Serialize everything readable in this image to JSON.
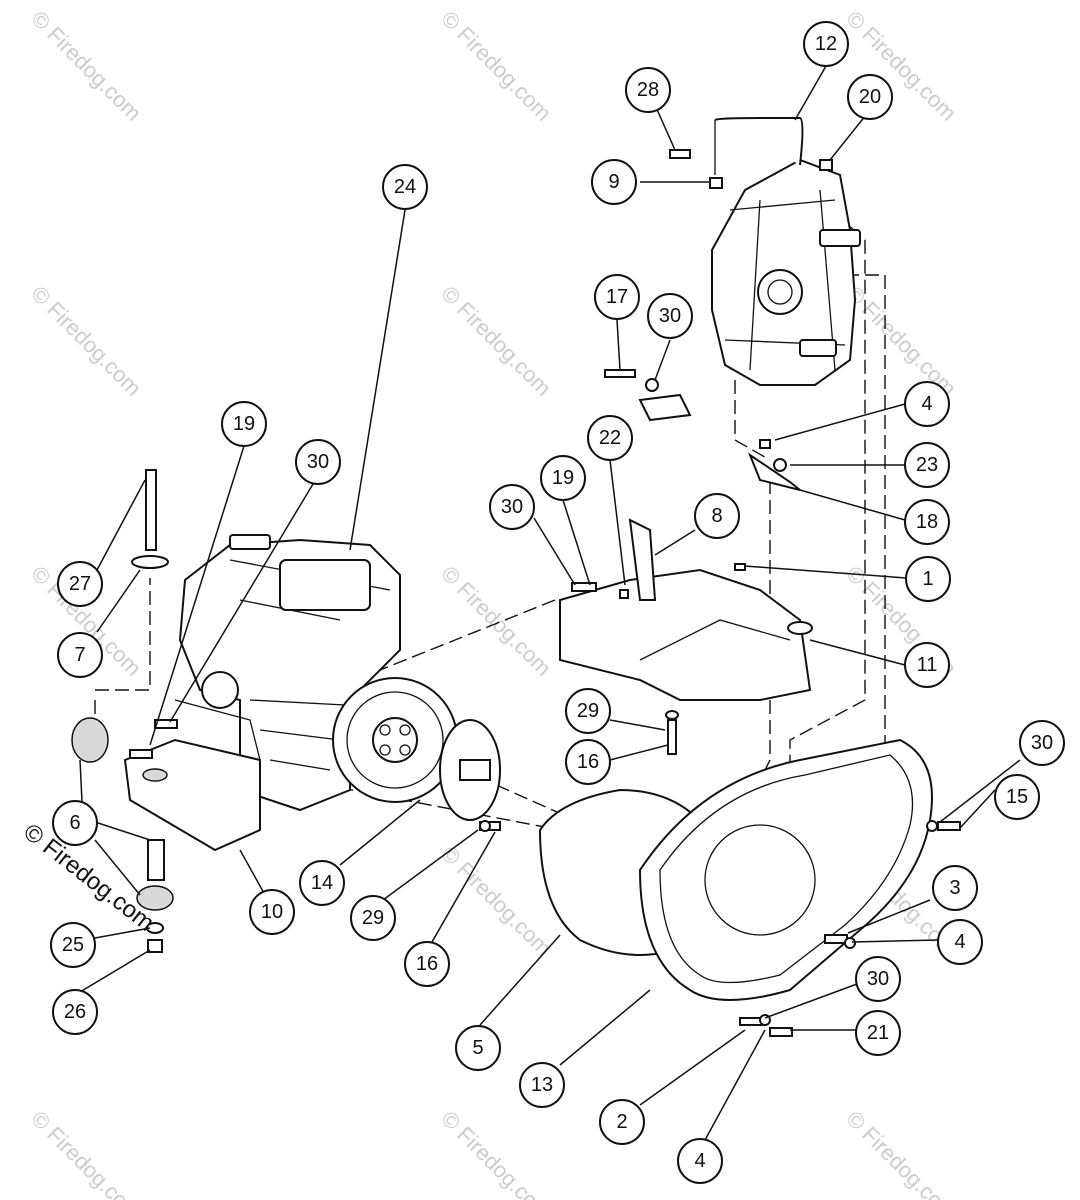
{
  "watermark": {
    "text": "© Firedog.com",
    "color": "#cccccc"
  },
  "callouts": [
    {
      "id": "c12",
      "label": "12"
    },
    {
      "id": "c28",
      "label": "28"
    },
    {
      "id": "c20",
      "label": "20"
    },
    {
      "id": "c9",
      "label": "9"
    },
    {
      "id": "c24",
      "label": "24"
    },
    {
      "id": "c17",
      "label": "17"
    },
    {
      "id": "c30a",
      "label": "30"
    },
    {
      "id": "c4a",
      "label": "4"
    },
    {
      "id": "c23",
      "label": "23"
    },
    {
      "id": "c18",
      "label": "18"
    },
    {
      "id": "c19a",
      "label": "19"
    },
    {
      "id": "c30b",
      "label": "30"
    },
    {
      "id": "c22",
      "label": "22"
    },
    {
      "id": "c19b",
      "label": "19"
    },
    {
      "id": "c30c",
      "label": "30"
    },
    {
      "id": "c8",
      "label": "8"
    },
    {
      "id": "c1",
      "label": "1"
    },
    {
      "id": "c27",
      "label": "27"
    },
    {
      "id": "c7",
      "label": "7"
    },
    {
      "id": "c11",
      "label": "11"
    },
    {
      "id": "c29a",
      "label": "29"
    },
    {
      "id": "c16a",
      "label": "16"
    },
    {
      "id": "c30d",
      "label": "30"
    },
    {
      "id": "c15",
      "label": "15"
    },
    {
      "id": "c6",
      "label": "6"
    },
    {
      "id": "c14",
      "label": "14"
    },
    {
      "id": "c10",
      "label": "10"
    },
    {
      "id": "c29b",
      "label": "29"
    },
    {
      "id": "c3",
      "label": "3"
    },
    {
      "id": "c4b",
      "label": "4"
    },
    {
      "id": "c25",
      "label": "25"
    },
    {
      "id": "c16b",
      "label": "16"
    },
    {
      "id": "c26",
      "label": "26"
    },
    {
      "id": "c30e",
      "label": "30"
    },
    {
      "id": "c21",
      "label": "21"
    },
    {
      "id": "c5",
      "label": "5"
    },
    {
      "id": "c13",
      "label": "13"
    },
    {
      "id": "c2",
      "label": "2"
    },
    {
      "id": "c4c",
      "label": "4"
    }
  ]
}
